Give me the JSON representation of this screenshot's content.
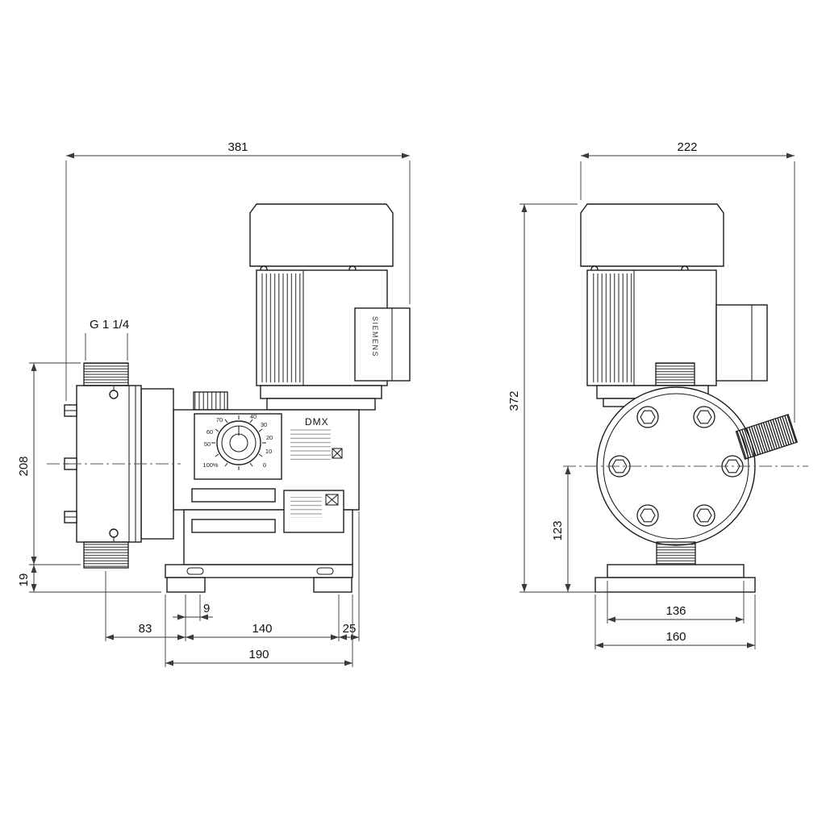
{
  "labels": {
    "product": "DMX",
    "motor_brand": "SIEMENS",
    "connection_thread": "G 1 1/4"
  },
  "knob_scale": [
    "70",
    "60",
    "50",
    "100%",
    "0",
    "10",
    "20",
    "30",
    "40"
  ],
  "dimensions": {
    "side_overall_length": "381",
    "front_overall_width": "222",
    "total_height": "372",
    "head_connection_span": "208",
    "base_height": "19",
    "shaft_center_height": "123",
    "slot_offset": "9",
    "connection_to_base": "83",
    "foot_hole_spacing": "140",
    "base_to_housing_edge": "25",
    "base_length": "190",
    "front_foot_spacing": "136",
    "front_base_width": "160"
  }
}
